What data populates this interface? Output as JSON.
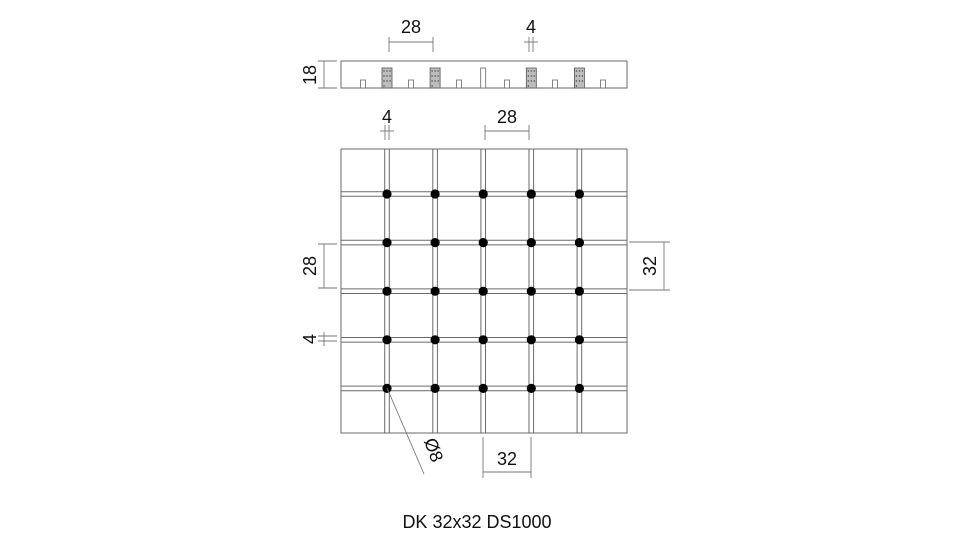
{
  "drawing": {
    "grid": {
      "panels_per_side": 6,
      "rods_per_side": 5
    },
    "section": {
      "blocks": 6,
      "filled_joints": [
        0,
        1,
        3,
        4
      ]
    },
    "dimensions": {
      "section_module": "28",
      "section_joint": "4",
      "section_height": "18",
      "plan_joint_top": "4",
      "plan_module_top": "28",
      "plan_module_left": "28",
      "plan_joint_left": "4",
      "plan_pitch_right": "32",
      "plan_pitch_bottom": "32",
      "rod_diameter": "Ø8"
    },
    "caption": "DK 32x32 DS1000"
  }
}
